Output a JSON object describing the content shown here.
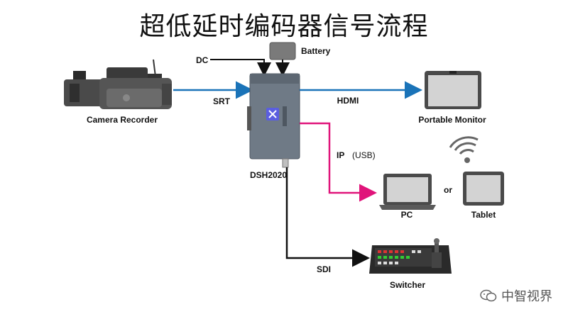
{
  "title": "超低延时编码器信号流程",
  "labels": {
    "dc": "DC",
    "battery": "Battery",
    "srt": "SRT",
    "hdmi": "HDMI",
    "ip": "IP",
    "usb": "(USB)",
    "camera": "Camera Recorder",
    "device": "DSH2020",
    "monitor": "Portable Monitor",
    "pc": "PC",
    "or": "or",
    "tablet": "Tablet",
    "sdi": "SDI",
    "switcher": "Switcher"
  },
  "watermark": "中智视界",
  "colors": {
    "srt_hdmi_line": "#1a73b8",
    "ip_line": "#e0147a",
    "black_line": "#111111",
    "device_body": "#6f7a86"
  }
}
